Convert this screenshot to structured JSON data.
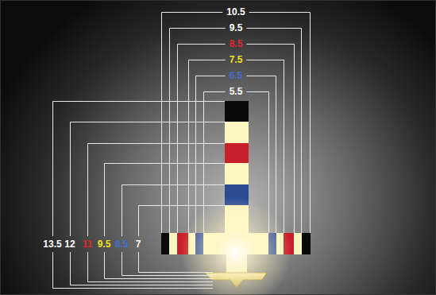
{
  "diagram": {
    "labels": [
      "10.5",
      "9.5",
      "8.5",
      "7.5",
      "6.5",
      "5.5",
      "13.5",
      "12",
      "11",
      "9.5",
      "8.5",
      "7"
    ]
  }
}
